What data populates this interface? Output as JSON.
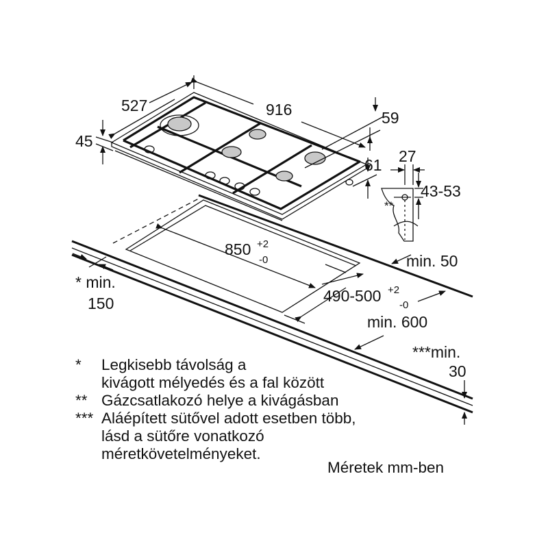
{
  "dimensions": {
    "depth": "527",
    "width": "916",
    "height_left": "45",
    "top_offset": "59",
    "side_offset": "61",
    "gas_offset": "27",
    "gas_depth": "43-53",
    "cutout_width": "850",
    "cutout_width_tol_plus": "+2",
    "cutout_width_tol_minus": "-0",
    "cutout_depth": "490-500",
    "cutout_depth_tol_plus": "+2",
    "cutout_depth_tol_minus": "-0",
    "min_back": "min. 50",
    "min_wall_label": "* min.",
    "min_wall_value": "150",
    "min_front": "min. 600",
    "min_below_label": "***min.",
    "min_below_value": "30",
    "gas_marker": "**"
  },
  "notes": [
    {
      "marker": "*",
      "lines": [
        "Legkisebb távolság a",
        "kivágott mélyedés és a fal között"
      ]
    },
    {
      "marker": "**",
      "lines": [
        "Gázcsatlakozó helye a kivágásban"
      ]
    },
    {
      "marker": "***",
      "lines": [
        "Aláépített sütővel adott esetben több,",
        "lásd a sütőre vonatkozó",
        "méretkövetelményeket."
      ]
    }
  ],
  "units_note": "Méretek mm-ben"
}
